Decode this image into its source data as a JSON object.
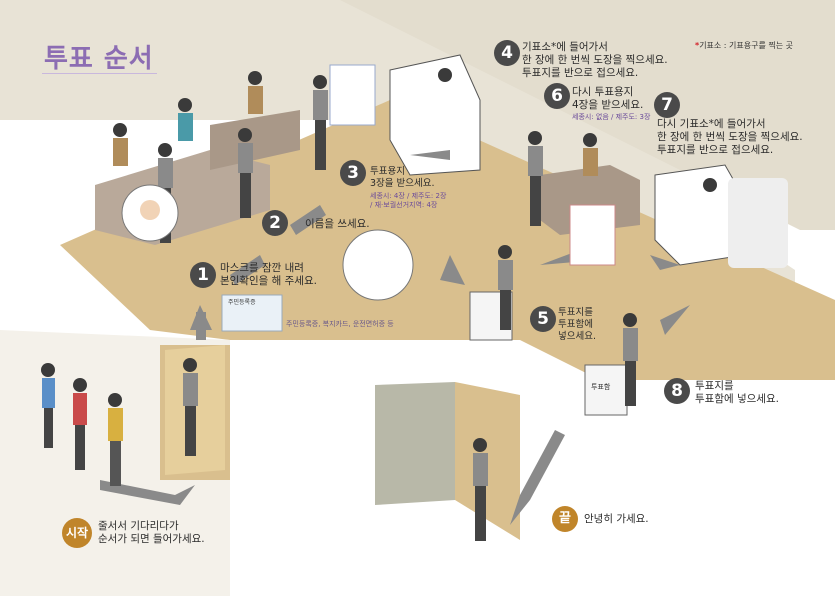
{
  "title": "투표 순서",
  "note": {
    "mark": "*",
    "text": "기표소 : 기표용구를 찍는 곳"
  },
  "steps": [
    {
      "num": "1",
      "text": "마스크를 잠깐 내려\n본인확인을 해 주세요.",
      "sub": "주민등록증, 복지카드, 운전면허증 등"
    },
    {
      "num": "2",
      "text": "이름을 쓰세요."
    },
    {
      "num": "3",
      "text": "투표용지\n3장을 받으세요.",
      "sub": "세종시: 4장 / 제주도: 2장\n/ 재·보궐선거지역: 4장"
    },
    {
      "num": "4",
      "text": "기표소*에 들어가서\n한 장에 한 번씩 도장을 찍으세요.\n투표지를 반으로 접으세요."
    },
    {
      "num": "5",
      "text": "투표지를\n투표함에\n넣으세요."
    },
    {
      "num": "6",
      "text": "다시 투표용지\n4장을 받으세요.",
      "sub": "세종시: 없음 / 제주도: 3장"
    },
    {
      "num": "7",
      "text": "다시 기표소*에 들어가서\n한 장에 한 번씩 도장을 찍으세요.\n투표지를 반으로 접으세요."
    },
    {
      "num": "8",
      "text": "투표지를\n투표함에 넣으세요."
    }
  ],
  "start": {
    "badge": "시작",
    "text": "줄서서 기다리다가\n순서가 되면 들어가세요."
  },
  "end": {
    "badge": "끝",
    "text": "안녕히 가세요."
  },
  "id_card_label": "주민등록증",
  "ballot_box_label": "투표함",
  "colors": {
    "floor": "#d9bf8e",
    "wall": "#e8e3d6",
    "step_circle": "#4a4a4a",
    "badge": "#c0852a",
    "title": "#8c6db3",
    "arrow": "#8a8a8a"
  }
}
